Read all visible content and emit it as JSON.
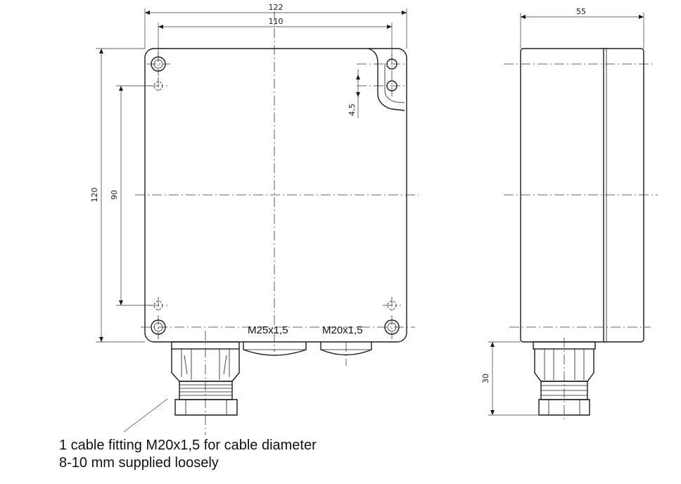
{
  "dimensions": {
    "front_width_outer": "122",
    "front_width_holes": "110",
    "front_height_outer": "120",
    "front_height_holes": "90",
    "slot_offset": "4,5",
    "side_depth": "55",
    "gland_length": "30"
  },
  "threads": {
    "left_entry": "M25x1,5",
    "right_entry": "M20x1,5"
  },
  "note": {
    "line1": "1 cable fitting M20x1,5 for cable diameter",
    "line2": "8-10 mm supplied loosely"
  }
}
